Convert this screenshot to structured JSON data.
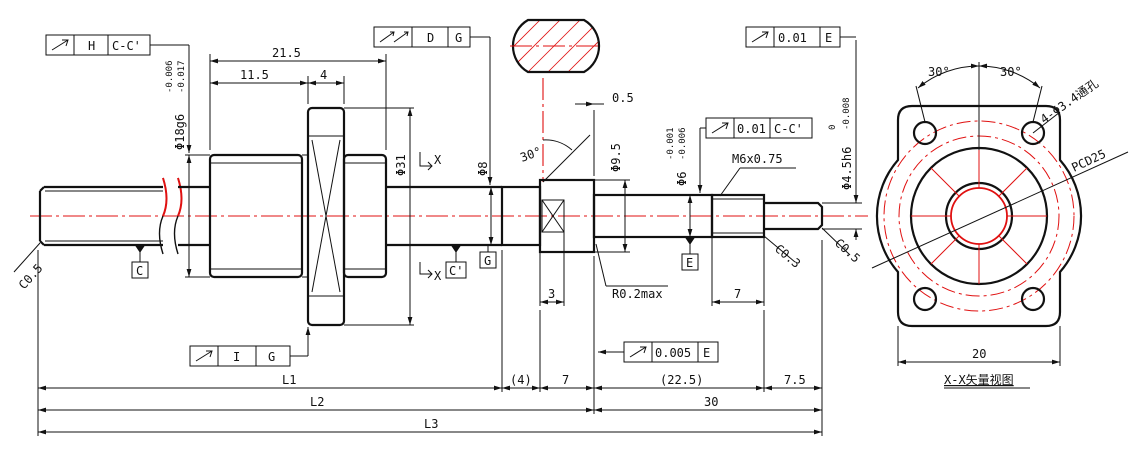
{
  "gdt": {
    "f_h": {
      "tol": "",
      "datum1": "H",
      "datum2": "C-C'"
    },
    "f_dg": {
      "tol": "",
      "datum1": "D",
      "datum2": "G"
    },
    "f_top": {
      "tol": "0.01",
      "datum1": "E"
    },
    "f_mid": {
      "tol": "0.01",
      "datum1": "C-C'"
    },
    "f_ig": {
      "tol": "",
      "datum1": "I",
      "datum2": "G"
    },
    "f_low": {
      "tol": "0.005",
      "datum1": "E"
    }
  },
  "datums": {
    "c": "C",
    "cp": "C'",
    "g": "G",
    "e": "E"
  },
  "dims": {
    "d215": "21.5",
    "d115": "11.5",
    "d4": "4",
    "phi18": "Φ18g6",
    "phi18_up": "-0.006",
    "phi18_lo": "-0.017",
    "phi31": "Φ31",
    "phi8": "Φ8",
    "phi95": "Φ9.5",
    "phi6": "Φ6",
    "phi6_up": "-0.001",
    "phi6_lo": "-0.006",
    "phi45": "Φ4.5h6",
    "phi45_up": "0",
    "phi45_lo": "-0.008",
    "d05": "0.5",
    "ang30": "30°",
    "m6": "M6x0.75",
    "c05l": "C0.5",
    "c03": "C0.3",
    "c05r": "C0.5",
    "d3": "3",
    "r02": "R0.2max",
    "d7r": "7",
    "d4p": "(4)",
    "d7a": "7",
    "d225": "(22.5)",
    "d75": "7.5",
    "l1": "L1",
    "l2": "L2",
    "d30": "30",
    "l3": "L3",
    "x1": "X",
    "x2": "X"
  },
  "flange": {
    "ang1": "30°",
    "ang2": "30°",
    "holes": "4-Φ3.4通孔",
    "pcd": "PCD25",
    "w20": "20",
    "caption": "X-X矢量视图"
  }
}
